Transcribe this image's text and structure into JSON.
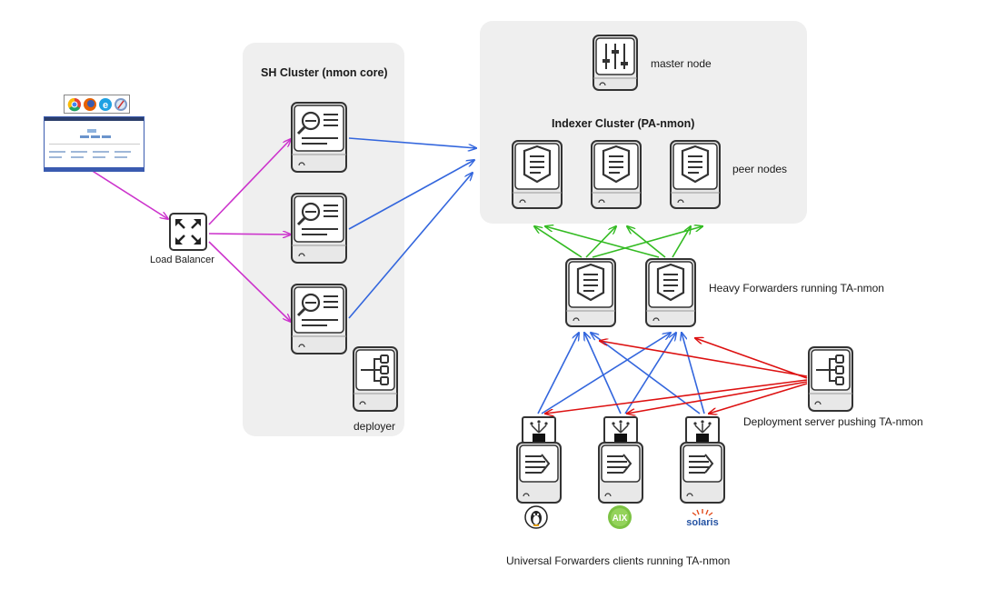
{
  "sh_cluster": {
    "title": "SH Cluster (nmon core)",
    "deployer_label": "deployer"
  },
  "indexer_cluster": {
    "title": "Indexer Cluster (PA-nmon)",
    "master_label": "master node",
    "peers_label": "peer nodes"
  },
  "load_balancer": {
    "label": "Load Balancer"
  },
  "heavy_forwarders": {
    "label": "Heavy Forwarders running TA-nmon"
  },
  "deployment_server": {
    "label": "Deployment server pushing TA-nmon"
  },
  "universal_forwarders": {
    "label": "Universal Forwarders clients running TA-nmon",
    "os_badges": [
      "AIX",
      "solaris"
    ]
  },
  "colors": {
    "browser_links": "#cc33cc",
    "search_links": "#3366dd",
    "forwarding_links": "#33bb22",
    "deployment_links": "#dd1111",
    "panel": "#efefef"
  },
  "icons": [
    "chrome-icon",
    "firefox-icon",
    "ie-icon",
    "safari-icon",
    "load-balancer-icon",
    "search-head-icon",
    "indexer-icon",
    "master-node-icon",
    "deployer-icon",
    "universal-forwarder-icon",
    "linux-icon",
    "aix-icon",
    "solaris-icon"
  ]
}
